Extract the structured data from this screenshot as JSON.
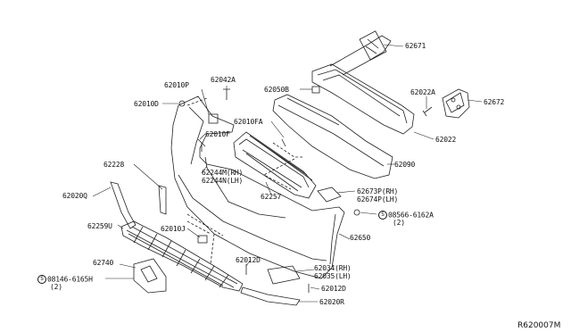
{
  "parts": {
    "p62671": "62671",
    "p62050B": "62050B",
    "p62022A": "62022A",
    "p62672": "62672",
    "p62022": "62022",
    "p62010P": "62010P",
    "p62042A": "62042A",
    "p62010D": "62010D",
    "p62010F": "62010F",
    "p62010FA": "62010FA",
    "p62090": "62090",
    "p62244M": "62244M(RH)",
    "p62244N": "62244N(LH)",
    "p62228": "62228",
    "p62257": "62257",
    "p62673P": "62673P(RH)",
    "p62674P": "62674P(LH)",
    "p62020Q": "62020Q",
    "p08566": "08566-6162A",
    "p08566_qty": "(2)",
    "p62259U": "62259U",
    "p62010J": "62010J",
    "p62650": "62650",
    "p62740": "62740",
    "p62012D_a": "62012D",
    "p62034": "62034(RH)",
    "p62035": "62035(LH)",
    "p08146": "08146-6165H",
    "p08146_qty": "(2)",
    "p62012D_b": "62012D",
    "p62020R": "62020R"
  },
  "symbols": {
    "screw": "S"
  },
  "reference": "R620007M"
}
